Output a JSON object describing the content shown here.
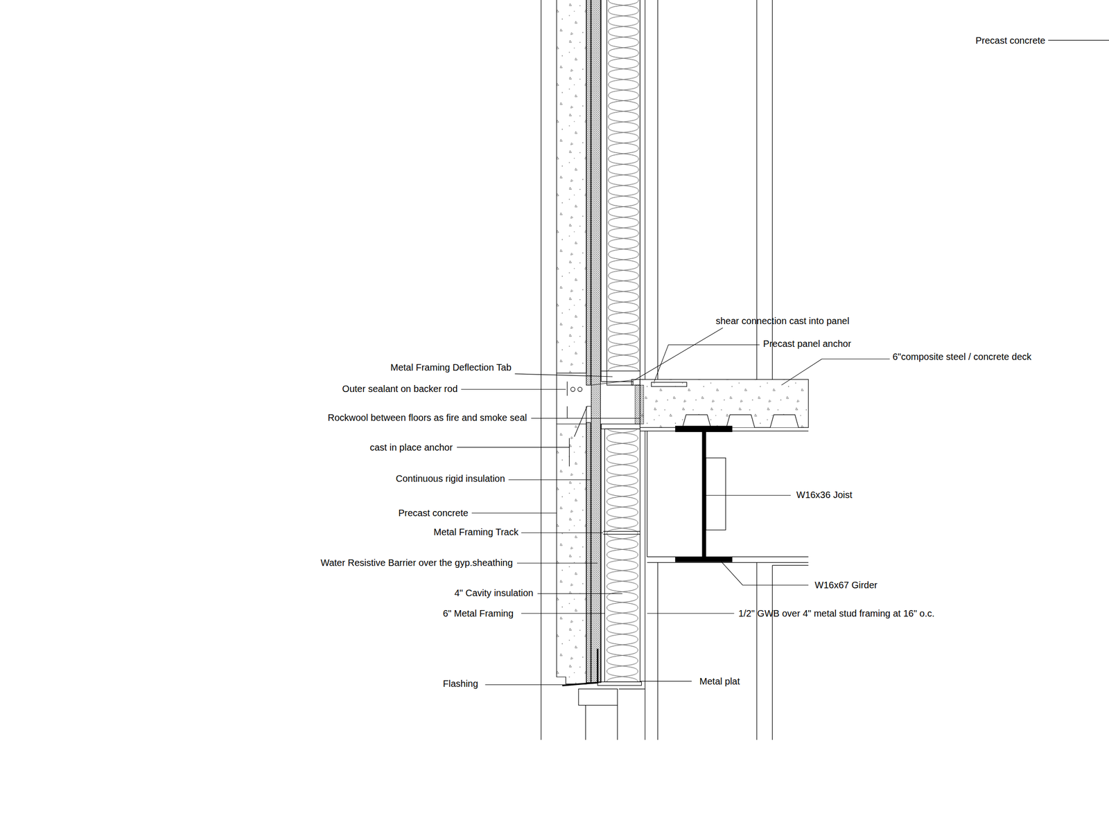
{
  "diagram": {
    "labels": [
      "Precast concrete",
      "shear connection cast into panel",
      "Precast panel anchor",
      "6\"composite steel / concrete deck",
      "Metal Framing Deflection Tab",
      "Outer sealant on backer rod",
      "Rockwool between floors as fire and smoke seal",
      "cast in place anchor",
      "Continuous rigid insulation",
      "W16x36 Joist",
      "Precast concrete",
      "Metal Framing Track",
      "Water Resistive Barrier over the gyp.sheathing",
      "W16x67 Girder",
      "4\" Cavity insulation",
      "6\" Metal Framing",
      "1/2\" GWB over 4\" metal stud framing at 16\" o.c.",
      "Metal plat",
      "Flashing"
    ]
  }
}
